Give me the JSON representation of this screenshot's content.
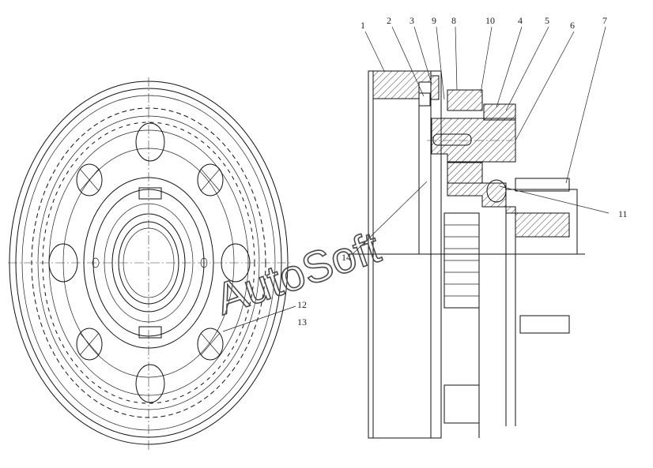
{
  "callouts": [
    {
      "number": "1"
    },
    {
      "number": "2"
    },
    {
      "number": "3"
    },
    {
      "number": "9"
    },
    {
      "number": "8"
    },
    {
      "number": "10"
    },
    {
      "number": "4"
    },
    {
      "number": "5"
    },
    {
      "number": "6"
    },
    {
      "number": "7"
    },
    {
      "number": "11"
    },
    {
      "number": "14"
    },
    {
      "number": "12"
    },
    {
      "number": "13"
    }
  ],
  "watermark": "AutoSoft"
}
